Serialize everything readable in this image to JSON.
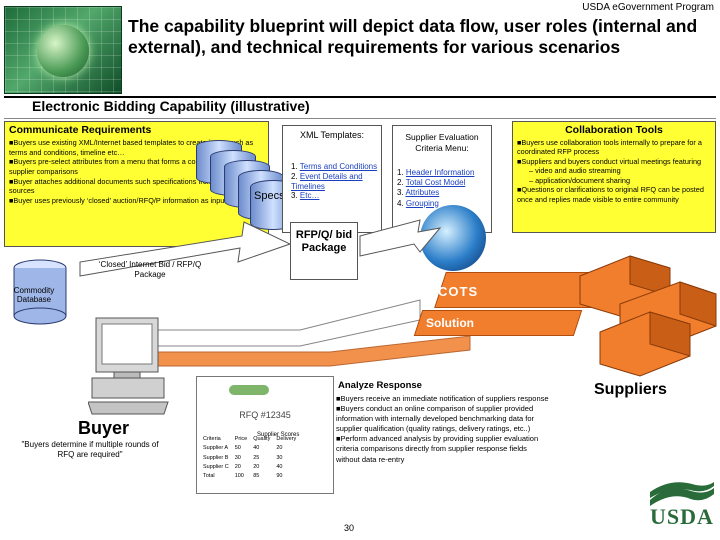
{
  "header": {
    "program": "USDA eGovernment Program",
    "title": "The capability blueprint will depict data flow, user roles (internal and external), and technical requirements for various scenarios"
  },
  "section_title": "Electronic Bidding Capability (illustrative)",
  "communicate": {
    "title": "Communicate Requirements",
    "bullets": [
      "■Buyers use existing XML/Internet based templates to create items such as terms and conditions, timeline etc…",
      "■Buyers pre-select attributes from a menu that forms a common basis for supplier comparisons",
      "■Buyer attaches additional documents such specifications from various sources",
      "■Buyer uses previously ‘closed’ auction/RFQ/P information as input"
    ]
  },
  "specs_label": "Specs",
  "xml": {
    "title": "XML Templates:",
    "items": [
      {
        "num": "1.",
        "text": "Terms and Conditions"
      },
      {
        "num": "2.",
        "text": "Event Details and Timelines"
      },
      {
        "num": "3.",
        "text": "Etc…"
      }
    ]
  },
  "supplier_eval": {
    "title": "Supplier Evaluation Criteria Menu:",
    "items": [
      {
        "num": "1.",
        "text": "Header Information"
      },
      {
        "num": "2.",
        "text": "Total Cost Model"
      },
      {
        "num": "3.",
        "text": "Attributes"
      },
      {
        "num": "4.",
        "text": "Grouping"
      }
    ]
  },
  "collaboration": {
    "title": "Collaboration Tools",
    "bullets": [
      "■Buyers use collaboration tools internally to prepare for a coordinated RFP process",
      "■Suppliers and buyers conduct virtual meetings featuring",
      "– video and audio streaming",
      "– application/document sharing",
      "■Questions or clarifications to original RFQ can be posted once and replies made visible to entire community"
    ]
  },
  "rfp_package": "RFP/Q/ bid Package",
  "closed_label": "‘Closed’ Internet Bid / RFP/Q Package",
  "commodity_db": "Commodity Database",
  "cots": {
    "line1": "COTS",
    "line2": "Solution"
  },
  "buyer": {
    "label": "Buyer",
    "note": "\"Buyers determine if multiple rounds of RFQ are required\""
  },
  "rfq_panel": {
    "number": "RFQ #12345",
    "scores_title": "Supplier Scores",
    "headers": [
      "Criteria",
      "Price",
      "Quality",
      "Delivery"
    ],
    "rows": [
      [
        "Supplier A",
        "50",
        "40",
        "20"
      ],
      [
        "Supplier B",
        "30",
        "25",
        "30"
      ],
      [
        "Supplier C",
        "20",
        "20",
        "40"
      ],
      [
        "Total",
        "100",
        "85",
        "90"
      ]
    ]
  },
  "analyze": {
    "title": "Analyze Response",
    "bullets": [
      "■Buyers receive an immediate notification of suppliers response",
      "■Buyers conduct an online comparison of supplier provided information with internally developed benchmarking data for supplier qualification (quality ratings, delivery ratings, etc..)",
      "■Perform advanced analysis by providing supplier evaluation criteria comparisons directly from supplier response fields without data re-entry"
    ]
  },
  "suppliers_label": "Suppliers",
  "page_number": "30",
  "logo_text": "USDA",
  "colors": {
    "yellow": "#ffff33",
    "orange": "#f07e2c",
    "usda_green": "#2a6b3a",
    "link_blue": "#1a3fc0"
  }
}
